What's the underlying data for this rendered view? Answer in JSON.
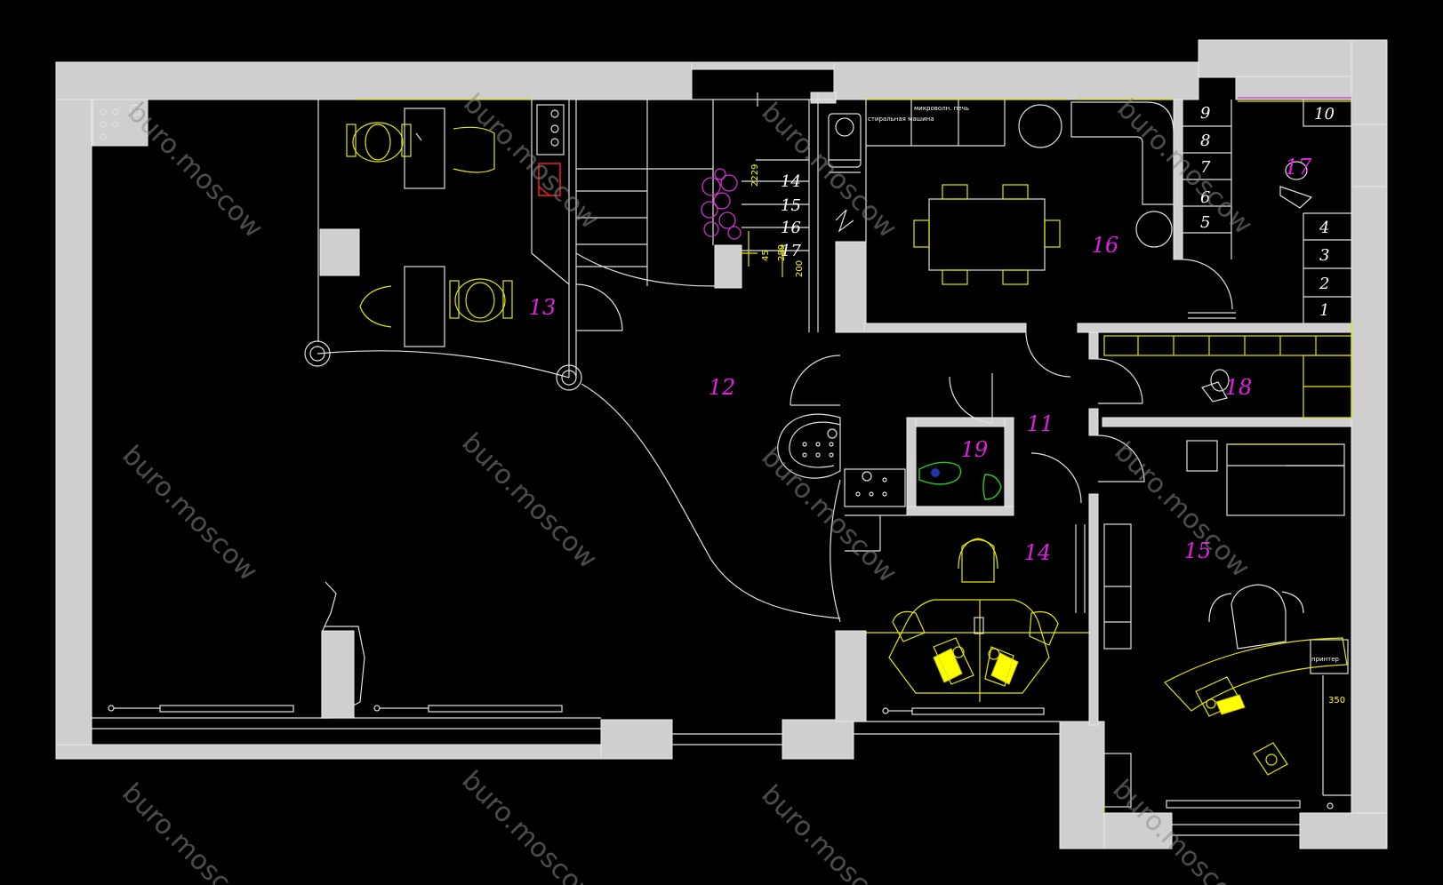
{
  "watermark": "buro.moscow",
  "rooms": [
    "11",
    "12",
    "13",
    "14",
    "15",
    "16",
    "17",
    "18",
    "19"
  ],
  "stair_steps": [
    "14",
    "15",
    "16",
    "17"
  ],
  "locker_numbers": [
    "9",
    "8",
    "7",
    "6",
    "5",
    "10",
    "4",
    "3",
    "2",
    "1"
  ],
  "dimensions": [
    "2229",
    "45",
    "289",
    "200",
    "350"
  ],
  "labels": {
    "kitchen_a": "стиральная машина",
    "kitchen_b": "микроволн. печь",
    "printer": "принтер"
  },
  "colors": {
    "background": "#000000",
    "walls": "#cfcfcf",
    "lines": "#e0e0e0",
    "furniture": "#e6e600",
    "room_numbers": "#e020e0",
    "plants": "#cc33cc",
    "sanitary": "#22cc22"
  }
}
